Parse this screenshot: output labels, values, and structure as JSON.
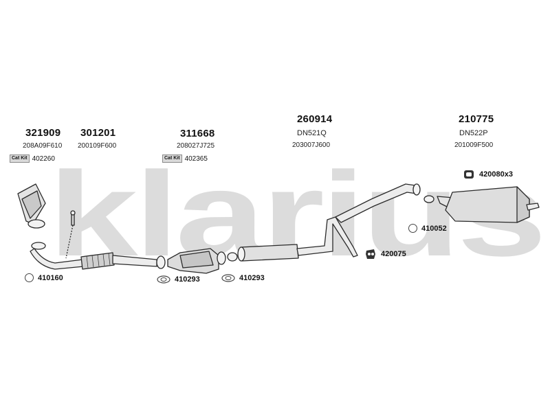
{
  "watermark": "klarius",
  "parts": [
    {
      "id": "p321909",
      "part": "321909",
      "oem": "208A09F610",
      "kit": {
        "badge": "Cat Kit",
        "number": "402260"
      }
    },
    {
      "id": "p301201",
      "part": "301201",
      "oem": "200109F600"
    },
    {
      "id": "p311668",
      "part": "311668",
      "oem": "208027J725",
      "kit": {
        "badge": "Cat Kit",
        "number": "402365"
      }
    },
    {
      "id": "p260914",
      "part": "260914",
      "oem_lines": [
        "DN521Q",
        "203007J600"
      ]
    },
    {
      "id": "p210775",
      "part": "210775",
      "oem_lines": [
        "DN522P",
        "201009F500"
      ]
    }
  ],
  "accessories": [
    {
      "id": "a410160",
      "number": "410160",
      "icon": "ring-clamp-icon"
    },
    {
      "id": "a410293a",
      "number": "410293",
      "icon": "gasket-icon"
    },
    {
      "id": "a410293b",
      "number": "410293",
      "icon": "gasket-icon"
    },
    {
      "id": "a410052",
      "number": "410052",
      "icon": "ring-clamp-icon"
    },
    {
      "id": "a420075",
      "number": "420075",
      "icon": "rubber-mount-icon"
    },
    {
      "id": "a420080",
      "number": "420080x3",
      "icon": "hanger-icon"
    }
  ],
  "colors": {
    "line": "#2a2a2a",
    "fill": "#e6e6e6",
    "watermark": "#d9d9d9"
  }
}
